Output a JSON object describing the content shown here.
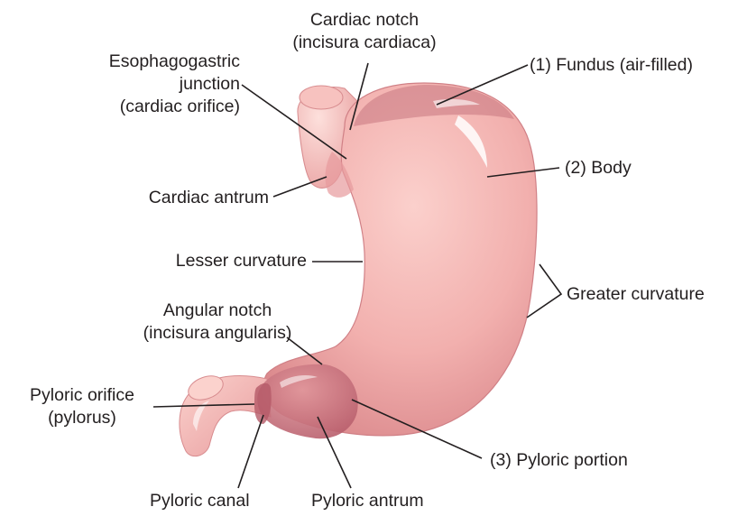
{
  "labels": {
    "cardiac_notch": {
      "line1": "Cardiac notch",
      "line2": "(incisura cardiaca)"
    },
    "esophagogastric_junction": {
      "line1": "Esophagogastric",
      "line2": "junction",
      "line3": "(cardiac orifice)"
    },
    "fundus": "(1) Fundus (air-filled)",
    "body": "(2) Body",
    "cardiac_antrum": "Cardiac antrum",
    "lesser_curvature": "Lesser curvature",
    "greater_curvature": "Greater curvature",
    "angular_notch": {
      "line1": "Angular notch",
      "line2": "(incisura angularis)"
    },
    "pyloric_orifice": {
      "line1": "Pyloric orifice",
      "line2": "(pylorus)"
    },
    "pyloric_portion": "(3) Pyloric portion",
    "pyloric_canal": "Pyloric canal",
    "pyloric_antrum": "Pyloric antrum"
  },
  "colors": {
    "stomach_fill": "#f2b0ae",
    "stomach_dark": "#d97f84",
    "fundus_tint": "#c7767f",
    "pyloric_tint": "#c56b78",
    "highlight": "#ffffff",
    "line": "#231f20"
  }
}
